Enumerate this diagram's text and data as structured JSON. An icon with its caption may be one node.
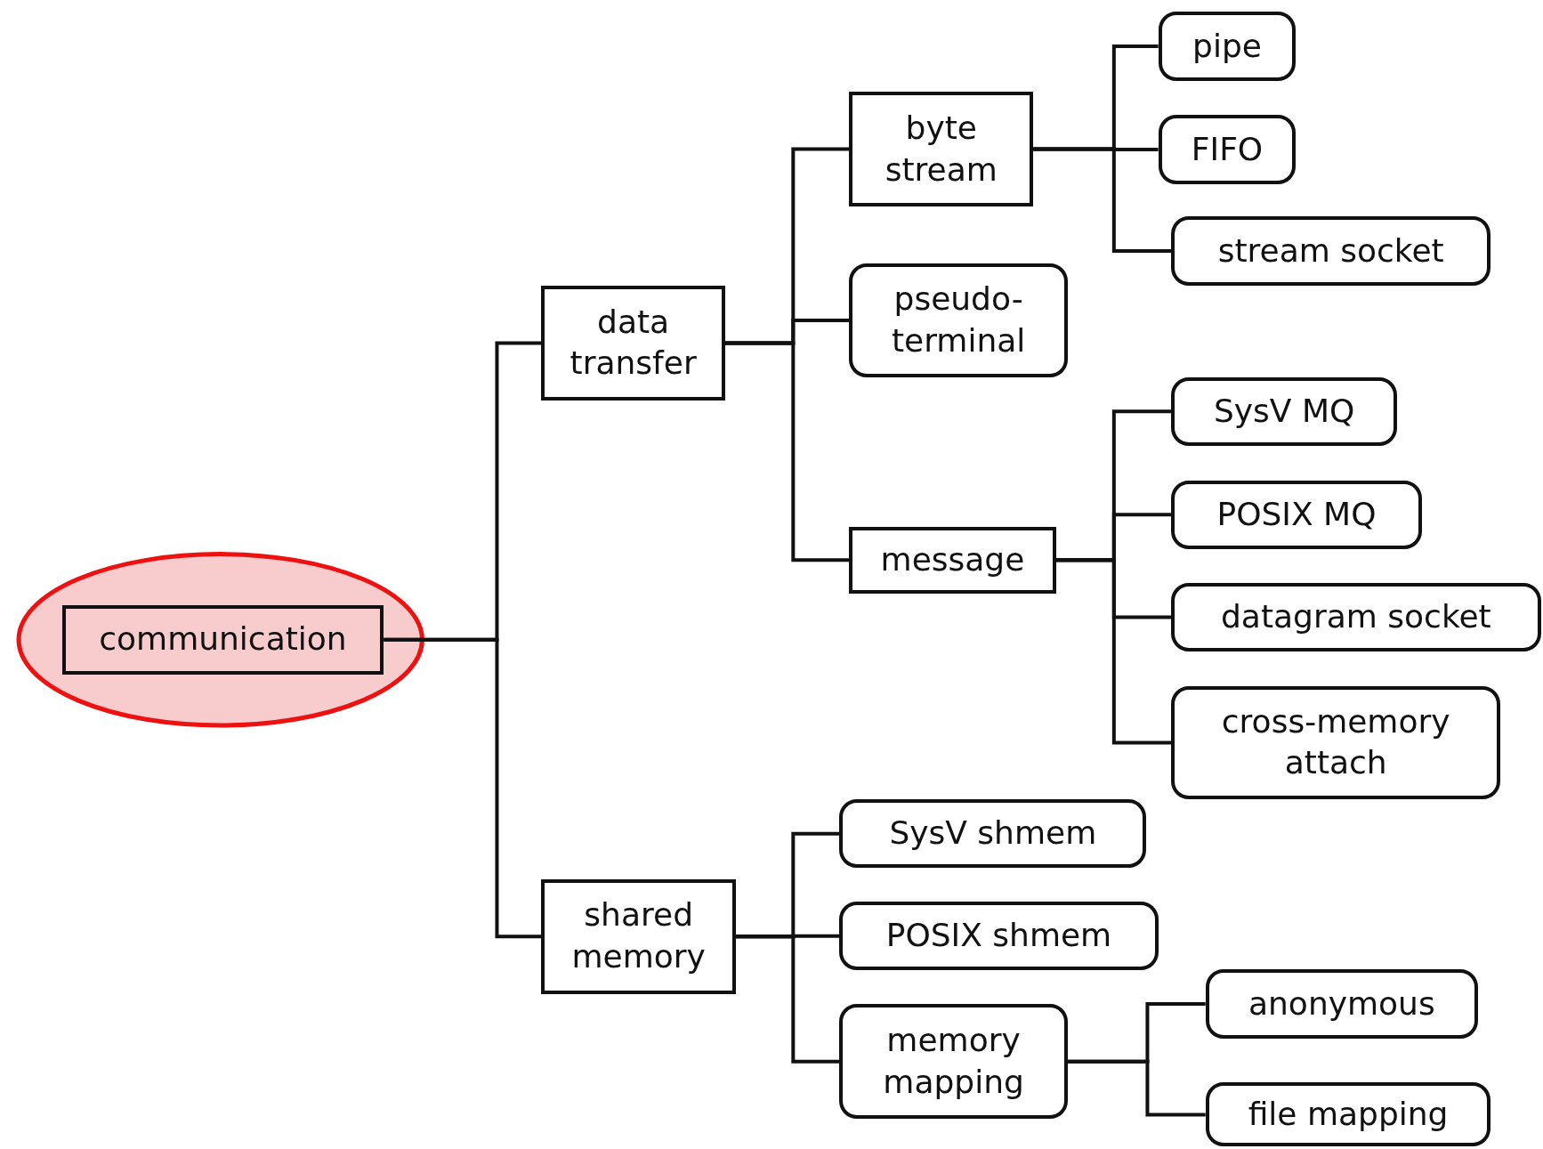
{
  "diagram": {
    "nodes": [
      {
        "text": [
          "communication"
        ]
      },
      {
        "text": [
          "data transfer"
        ]
      },
      {
        "text": [
          "byte stream"
        ]
      },
      {
        "text": [
          "pipe"
        ]
      },
      {
        "text": [
          "FIFO"
        ]
      },
      {
        "text": [
          "stream socket"
        ]
      },
      {
        "text": [
          "pseudo-terminal"
        ]
      },
      {
        "text": [
          "message"
        ]
      },
      {
        "text": [
          "SysV MQ"
        ]
      },
      {
        "text": [
          "POSIX MQ"
        ]
      },
      {
        "text": [
          "datagram socket"
        ]
      },
      {
        "text": [
          "cross-memory attach"
        ]
      },
      {
        "text": [
          "shared memory"
        ]
      },
      {
        "text": [
          "SysV shmem"
        ]
      },
      {
        "text": [
          "POSIX shmem"
        ]
      },
      {
        "text": [
          "memory mapping"
        ]
      },
      {
        "text": [
          "anonymous"
        ]
      },
      {
        "text": [
          "file mapping"
        ]
      }
    ],
    "edges": [
      {
        "from": 0,
        "to": 1,
        "arrow": "none"
      },
      {
        "from": 0,
        "to": 12,
        "arrow": "none"
      },
      {
        "from": 1,
        "to": 2,
        "arrow": "none"
      },
      {
        "from": 1,
        "to": 6,
        "arrow": "none"
      },
      {
        "from": 1,
        "to": 7,
        "arrow": "none"
      },
      {
        "from": 2,
        "to": 3,
        "arrow": "none"
      },
      {
        "from": 2,
        "to": 4,
        "arrow": "none"
      },
      {
        "from": 2,
        "to": 5,
        "arrow": "none"
      },
      {
        "from": 7,
        "to": 8,
        "arrow": "none"
      },
      {
        "from": 7,
        "to": 9,
        "arrow": "none"
      },
      {
        "from": 7,
        "to": 10,
        "arrow": "none"
      },
      {
        "from": 7,
        "to": 11,
        "arrow": "none"
      },
      {
        "from": 12,
        "to": 13,
        "arrow": "none"
      },
      {
        "from": 12,
        "to": 14,
        "arrow": "none"
      },
      {
        "from": 12,
        "to": 15,
        "arrow": "none"
      },
      {
        "from": 15,
        "to": 16,
        "arrow": "none"
      },
      {
        "from": 15,
        "to": 17,
        "arrow": "none"
      }
    ]
  }
}
